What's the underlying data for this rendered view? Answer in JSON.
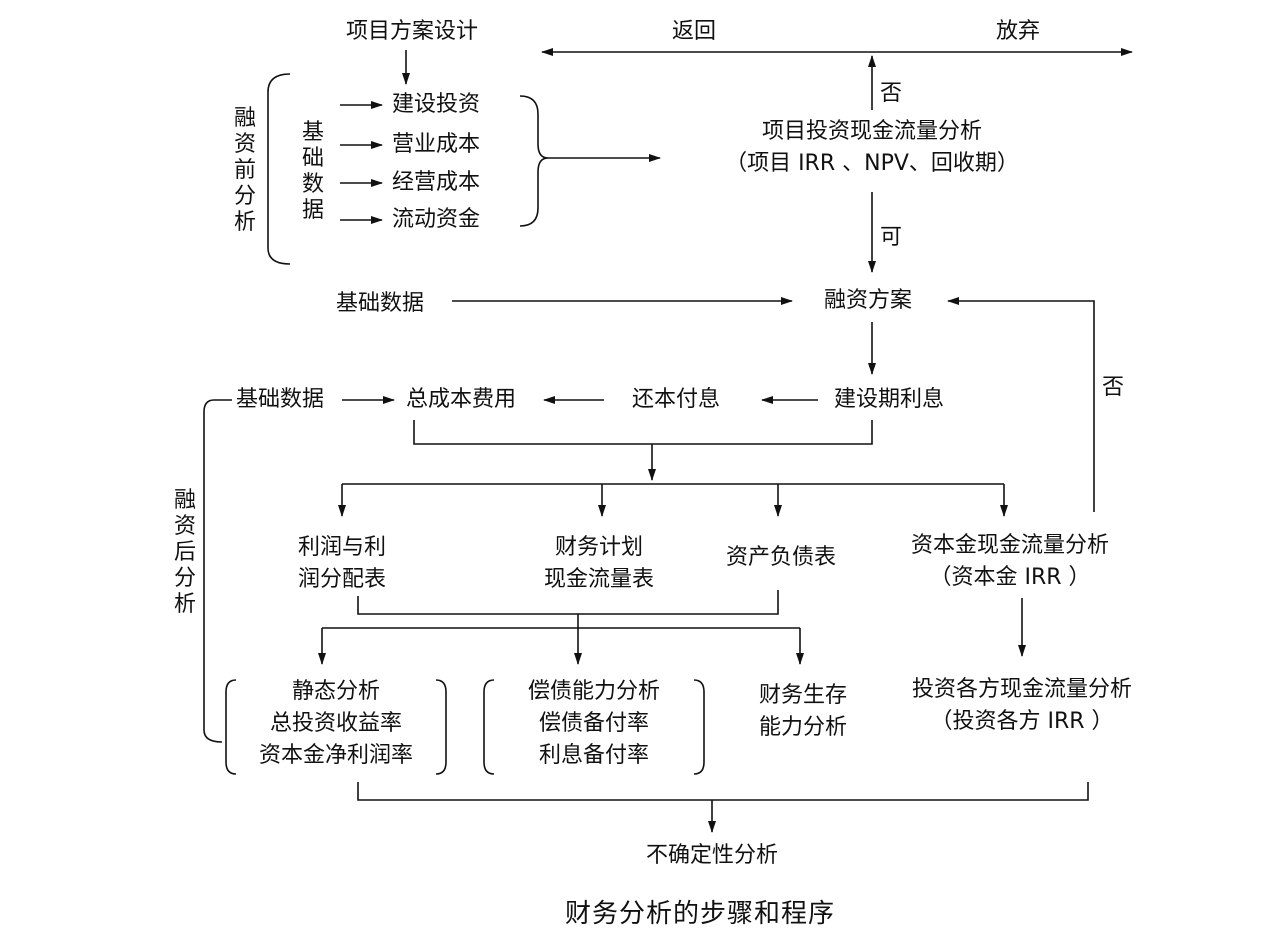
{
  "nodes": {
    "project_design": "项目方案设计",
    "go_back": "返回",
    "abandon": "放弃",
    "no_1": "否",
    "pre_financing_label": "融资前分析",
    "basic_data_label": "基础数据",
    "pre_items": [
      "建设投资",
      "营业成本",
      "经营成本",
      "流动资金"
    ],
    "project_cashflow_line1": "项目投资现金流量分析",
    "project_cashflow_line2": "（项目 IRR 、NPV、回收期）",
    "ok": "可",
    "basic_data_2": "基础数据",
    "financing_plan": "融资方案",
    "no_2": "否",
    "basic_data_3": "基础数据",
    "total_cost": "总成本费用",
    "repayment": "还本付息",
    "construction_interest": "建设期利息",
    "post_financing_label": "融资后分析",
    "profit_line1": "利润与利",
    "profit_line2": "润分配表",
    "plan_line1": "财务计划",
    "plan_line2": "现金流量表",
    "balance_sheet": "资产负债表",
    "capital_cashflow_line1": "资本金现金流量分析",
    "capital_cashflow_line2": "（资本金 IRR ）",
    "static_line1": "静态分析",
    "static_line2": "总投资收益率",
    "static_line3": "资本金净利润率",
    "debt_line1": "偿债能力分析",
    "debt_line2": "偿债备付率",
    "debt_line3": "利息备付率",
    "survival_line1": "财务生存",
    "survival_line2": "能力分析",
    "investor_line1": "投资各方现金流量分析",
    "investor_line2": "（投资各方 IRR ）",
    "uncertainty": "不确定性分析"
  },
  "caption": "财务分析的步骤和程序"
}
